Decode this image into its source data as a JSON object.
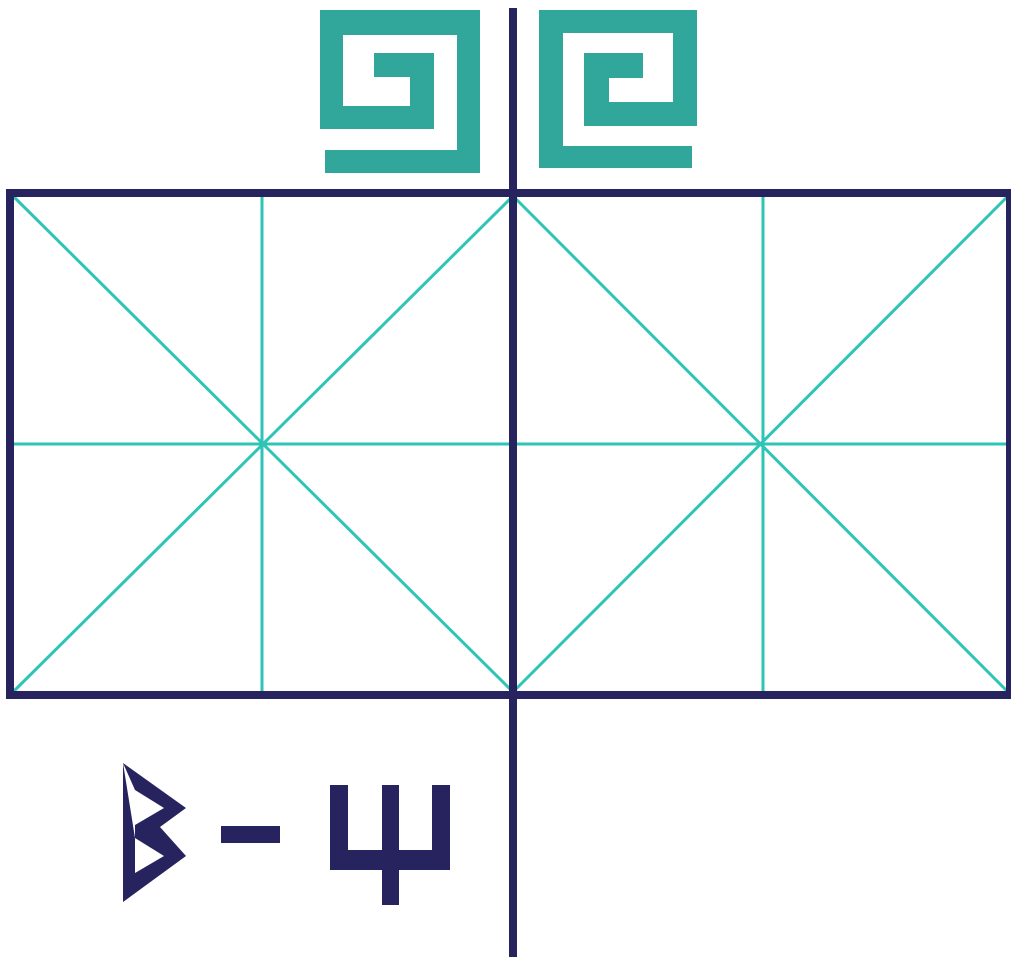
{
  "colors": {
    "background": "#ffffff",
    "frame": "#27235e",
    "guide": "#2ec4b6",
    "ornament": "#31a69b"
  },
  "ornaments": {
    "left_icon": "greek-key-spiral-left",
    "right_icon": "greek-key-spiral-right"
  },
  "grid": {
    "cells": 2,
    "guides_per_cell": [
      "vertical-midline",
      "horizontal-midline",
      "diagonal-down",
      "diagonal-up"
    ]
  },
  "glyphs": {
    "left_icon": "rune-berkanan",
    "dash_icon": "dash-bar",
    "right_icon": "trident-glyph"
  }
}
